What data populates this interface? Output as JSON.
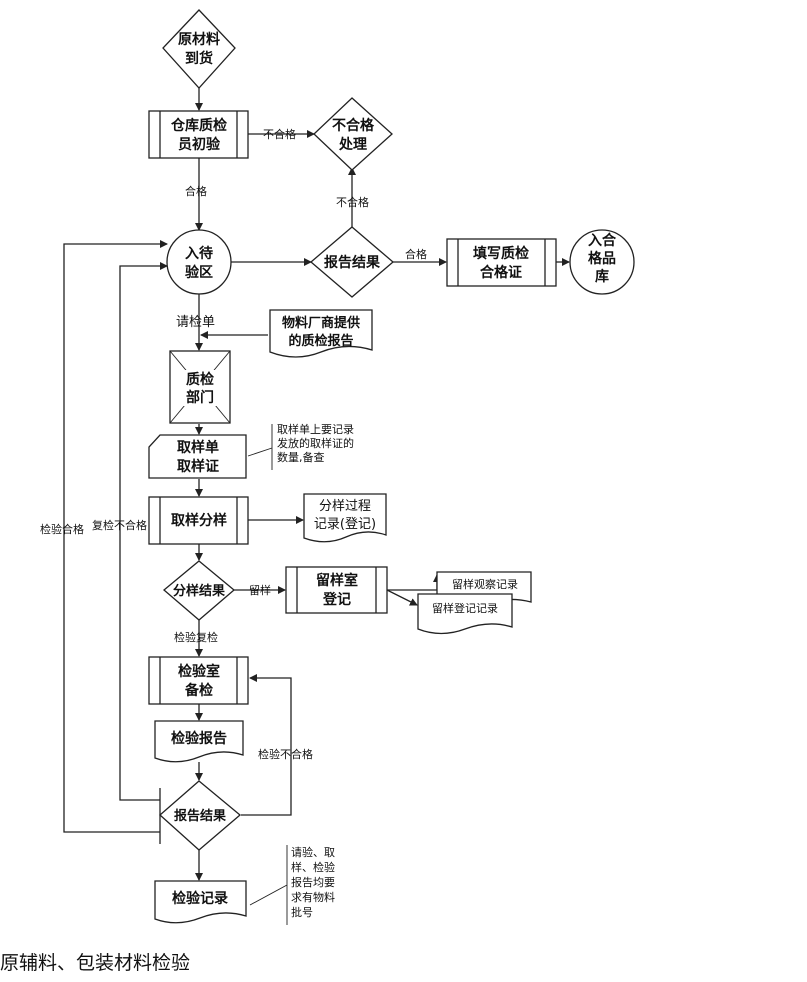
{
  "caption": "原辅料、包装材料检验",
  "nodes": {
    "arrival": [
      "原材料",
      "到货"
    ],
    "initial_check": [
      "仓库质检",
      "员初验"
    ],
    "reject": [
      "不合格",
      "处理"
    ],
    "quarantine": [
      "入待",
      "验区"
    ],
    "result_top": "报告结果",
    "fill_cert": [
      "填写质检",
      "合格证"
    ],
    "warehouse": [
      "入合",
      "格品",
      "库"
    ],
    "vendor_report": [
      "物料厂商提供",
      "的质检报告"
    ],
    "qc_dept": [
      "质检",
      "部门"
    ],
    "sampling_slip": [
      "取样单",
      "取样证"
    ],
    "sampling_note": [
      "取样单上要记录",
      "发放的取样证的",
      "数量,备查"
    ],
    "split_sample": "取样分样",
    "split_record": [
      "分样过程",
      "记录(登记)"
    ],
    "split_result": "分样结果",
    "retain_room": [
      "留样室",
      "登记"
    ],
    "retain_observe": "留样观察记录",
    "retain_register": "留样登记记录",
    "lab_prep": [
      "检验室",
      "备检"
    ],
    "lab_report": "检验报告",
    "result_bottom": "报告结果",
    "test_record": "检验记录",
    "batch_note": [
      "请验、取",
      "样、检验",
      "报告均要",
      "求有物料",
      "批号"
    ]
  },
  "edges": {
    "unqualified": "不合格",
    "qualified": "合格",
    "request_form": "请检单",
    "retain": "留样",
    "retest": "检验复检",
    "test_failed": "检验不合格",
    "recheck_failed": "复检不合格",
    "test_passed": "检验合格"
  }
}
